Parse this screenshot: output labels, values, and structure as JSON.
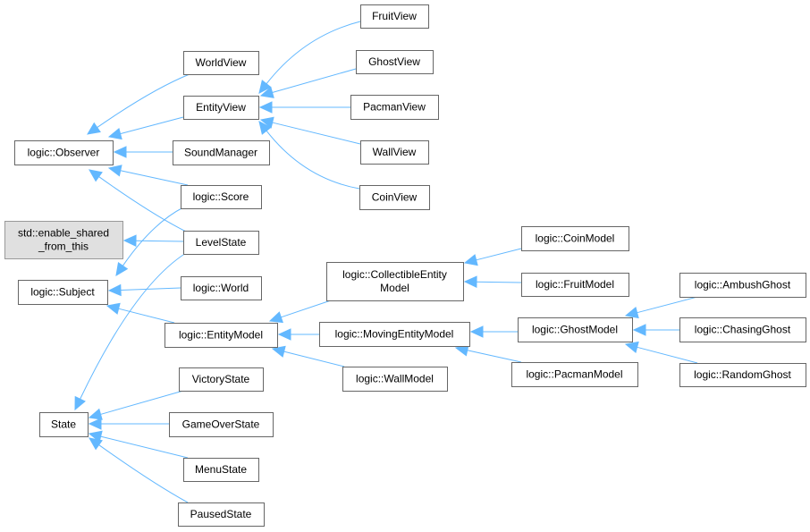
{
  "diagram": {
    "type": "class-inheritance-graph",
    "colors": {
      "edge": "#63b8ff",
      "node_border": "#666666",
      "node_fill": "#ffffff",
      "external_node_fill": "#e0e0e0",
      "external_node_border": "#999999"
    },
    "nodes": [
      {
        "id": "observer",
        "label": [
          "logic::Observer"
        ]
      },
      {
        "id": "enable_shared",
        "label": [
          "std::enable_shared",
          "_from_this"
        ],
        "external": true
      },
      {
        "id": "subject",
        "label": [
          "logic::Subject"
        ]
      },
      {
        "id": "state",
        "label": [
          "State"
        ]
      },
      {
        "id": "worldview",
        "label": [
          "WorldView"
        ]
      },
      {
        "id": "entityview",
        "label": [
          "EntityView"
        ]
      },
      {
        "id": "soundmanager",
        "label": [
          "SoundManager"
        ]
      },
      {
        "id": "score",
        "label": [
          "logic::Score"
        ]
      },
      {
        "id": "levelstate",
        "label": [
          "LevelState"
        ]
      },
      {
        "id": "world",
        "label": [
          "logic::World"
        ]
      },
      {
        "id": "entitymodel",
        "label": [
          "logic::EntityModel"
        ]
      },
      {
        "id": "victorystate",
        "label": [
          "VictoryState"
        ]
      },
      {
        "id": "gameoverstate",
        "label": [
          "GameOverState"
        ]
      },
      {
        "id": "menustate",
        "label": [
          "MenuState"
        ]
      },
      {
        "id": "pausedstate",
        "label": [
          "PausedState"
        ]
      },
      {
        "id": "fruitview",
        "label": [
          "FruitView"
        ]
      },
      {
        "id": "ghostview",
        "label": [
          "GhostView"
        ]
      },
      {
        "id": "pacmanview",
        "label": [
          "PacmanView"
        ]
      },
      {
        "id": "wallview",
        "label": [
          "WallView"
        ]
      },
      {
        "id": "coinview",
        "label": [
          "CoinView"
        ]
      },
      {
        "id": "collectible",
        "label": [
          "logic::CollectibleEntity",
          "Model"
        ]
      },
      {
        "id": "moving",
        "label": [
          "logic::MovingEntityModel"
        ]
      },
      {
        "id": "wallmodel",
        "label": [
          "logic::WallModel"
        ]
      },
      {
        "id": "coinmodel",
        "label": [
          "logic::CoinModel"
        ]
      },
      {
        "id": "fruitmodel",
        "label": [
          "logic::FruitModel"
        ]
      },
      {
        "id": "ghostmodel",
        "label": [
          "logic::GhostModel"
        ]
      },
      {
        "id": "pacmanmodel",
        "label": [
          "logic::PacmanModel"
        ]
      },
      {
        "id": "ambush",
        "label": [
          "logic::AmbushGhost"
        ]
      },
      {
        "id": "chasing",
        "label": [
          "logic::ChasingGhost"
        ]
      },
      {
        "id": "random",
        "label": [
          "logic::RandomGhost"
        ]
      }
    ],
    "edges": [
      {
        "from": "worldview",
        "to": "observer"
      },
      {
        "from": "entityview",
        "to": "observer"
      },
      {
        "from": "soundmanager",
        "to": "observer"
      },
      {
        "from": "score",
        "to": "observer"
      },
      {
        "from": "levelstate",
        "to": "observer"
      },
      {
        "from": "levelstate",
        "to": "enable_shared"
      },
      {
        "from": "score",
        "to": "subject"
      },
      {
        "from": "world",
        "to": "subject"
      },
      {
        "from": "entitymodel",
        "to": "subject"
      },
      {
        "from": "levelstate",
        "to": "state"
      },
      {
        "from": "victorystate",
        "to": "state"
      },
      {
        "from": "gameoverstate",
        "to": "state"
      },
      {
        "from": "menustate",
        "to": "state"
      },
      {
        "from": "pausedstate",
        "to": "state"
      },
      {
        "from": "fruitview",
        "to": "entityview"
      },
      {
        "from": "ghostview",
        "to": "entityview"
      },
      {
        "from": "pacmanview",
        "to": "entityview"
      },
      {
        "from": "wallview",
        "to": "entityview"
      },
      {
        "from": "coinview",
        "to": "entityview"
      },
      {
        "from": "collectible",
        "to": "entitymodel"
      },
      {
        "from": "moving",
        "to": "entitymodel"
      },
      {
        "from": "wallmodel",
        "to": "entitymodel"
      },
      {
        "from": "coinmodel",
        "to": "collectible"
      },
      {
        "from": "fruitmodel",
        "to": "collectible"
      },
      {
        "from": "ghostmodel",
        "to": "moving"
      },
      {
        "from": "pacmanmodel",
        "to": "moving"
      },
      {
        "from": "ambush",
        "to": "ghostmodel"
      },
      {
        "from": "chasing",
        "to": "ghostmodel"
      },
      {
        "from": "random",
        "to": "ghostmodel"
      }
    ]
  }
}
